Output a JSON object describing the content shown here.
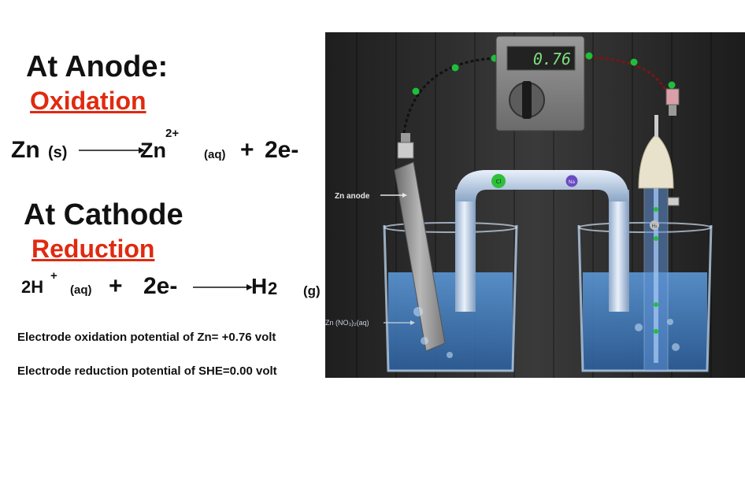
{
  "anode": {
    "heading": "At Anode:",
    "process": "Oxidation",
    "equation": {
      "reactant": "Zn",
      "reactant_state": "(s)",
      "product": "Zn",
      "product_charge": "2+",
      "product_state": "(aq)",
      "plus": "+",
      "electrons": "2e-"
    }
  },
  "cathode": {
    "heading": "At Cathode",
    "process": "Reduction",
    "equation": {
      "reactant": "2H",
      "reactant_charge": "+",
      "reactant_state": "(aq)",
      "plus": "+",
      "electrons": "2e-",
      "product": "H",
      "product_subscript": "2",
      "product_state": "(g)"
    }
  },
  "notes": {
    "oxidation_potential": "Electrode oxidation potential of Zn=  +0.76 volt",
    "reduction_potential": "Electrode reduction  potential of SHE=0.00 volt"
  },
  "cell_illustration": {
    "voltmeter_reading": "0.76",
    "zn_anode_label": "Zn anode",
    "solution_label": "Zn (NO₃)₂(aq)",
    "salt_bridge_left_ion": "Cl",
    "salt_bridge_right_ion": "Na",
    "hydrogen_label": "H₂"
  },
  "colors": {
    "heading": "#111111",
    "process": "#e02a10",
    "lcd_text": "#7be07b",
    "solution": "#3f7fc7",
    "background_panel": "#2c2c2c"
  }
}
